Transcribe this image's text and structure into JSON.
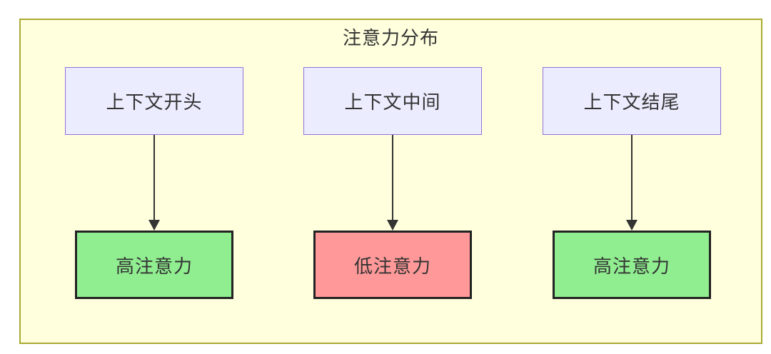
{
  "diagram": {
    "title": "注意力分布",
    "columns": [
      {
        "source": "上下文开头",
        "target": "高注意力",
        "target_color": "#90EE90"
      },
      {
        "source": "上下文中间",
        "target": "低注意力",
        "target_color": "#FF9999"
      },
      {
        "source": "上下文结尾",
        "target": "高注意力",
        "target_color": "#90EE90"
      }
    ],
    "colors": {
      "container_bg": "#FFFFDE",
      "container_border": "#AAAA33",
      "source_node_bg": "#ECECFF",
      "source_node_border": "#9370DB",
      "high_attention_bg": "#90EE90",
      "low_attention_bg": "#FF9999",
      "target_node_border": "#222222",
      "arrow": "#333333",
      "text": "#333333"
    }
  }
}
